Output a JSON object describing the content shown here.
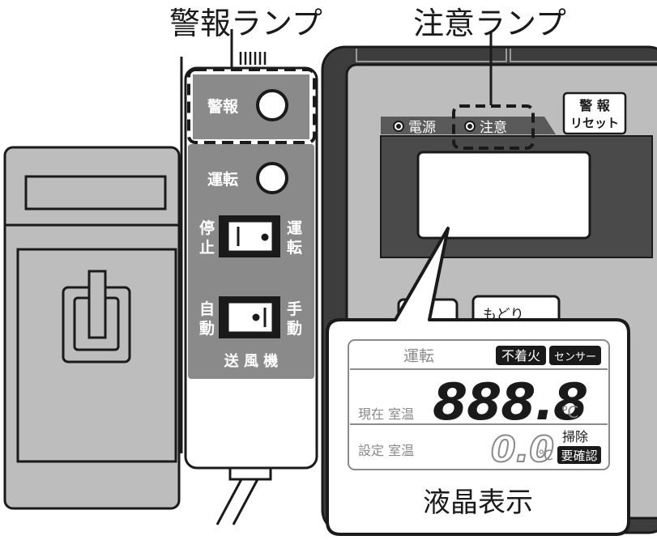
{
  "callouts": {
    "alarm_lamp": "警報ランプ",
    "caution_lamp": "注意ランプ",
    "lcd_display": "液晶表示"
  },
  "control_box": {
    "alarm_label": "警報",
    "run_label": "運転",
    "stop_char_1": "停",
    "stop_char_2": "止",
    "run_char_1": "運",
    "run_char_2": "転",
    "auto_char_1": "自",
    "auto_char_2": "動",
    "manual_char_1": "手",
    "manual_char_2": "動",
    "fan_label": "送 風 機"
  },
  "panel": {
    "power_label": "電源",
    "caution_label": "注意",
    "reset_line1": "警 報",
    "reset_line2": "リセット",
    "button_partial": "もどり"
  },
  "lcd": {
    "run_label": "運転",
    "badge_no_ignition": "不着火",
    "badge_sensor": "センサー",
    "current_temp_label": "現在 室温",
    "current_temp_value": "888.8",
    "unit_c": "℃",
    "set_temp_label": "設定 室温",
    "set_temp_value": "0.0",
    "clean_label": "掃除",
    "check_needed": "要確認"
  },
  "colors": {
    "box_gray": "#bdbdbd",
    "panel_dark": "#3d3d3d",
    "lcd_dark": "#4a4a4a",
    "label_band": "#8a8a8a",
    "stroke": "#1a1a1a"
  }
}
